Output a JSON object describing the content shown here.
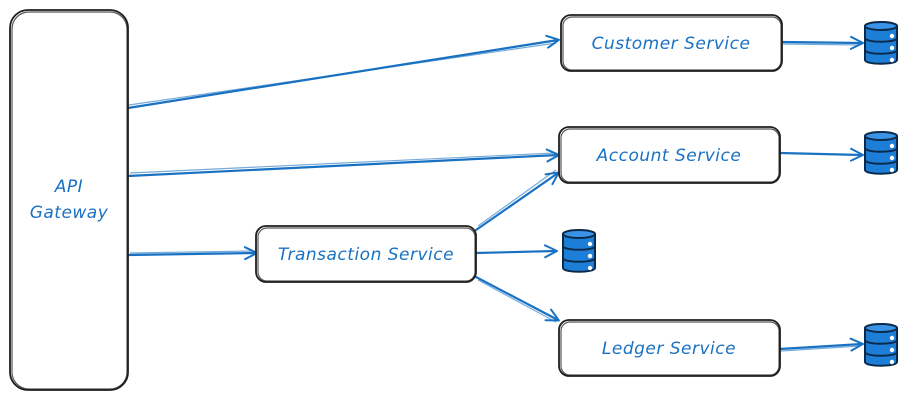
{
  "diagram": {
    "gateway": {
      "line1": "API",
      "line2": "Gateway"
    },
    "services": {
      "customer": "Customer Service",
      "account": "Account Service",
      "transaction": "Transaction Service",
      "ledger": "Ledger Service"
    },
    "colors": {
      "accent": "#1971c2",
      "database": "#1c7ed6",
      "stroke": "#1e1e1e"
    },
    "icons": [
      "database-icon",
      "arrow-icon"
    ]
  }
}
